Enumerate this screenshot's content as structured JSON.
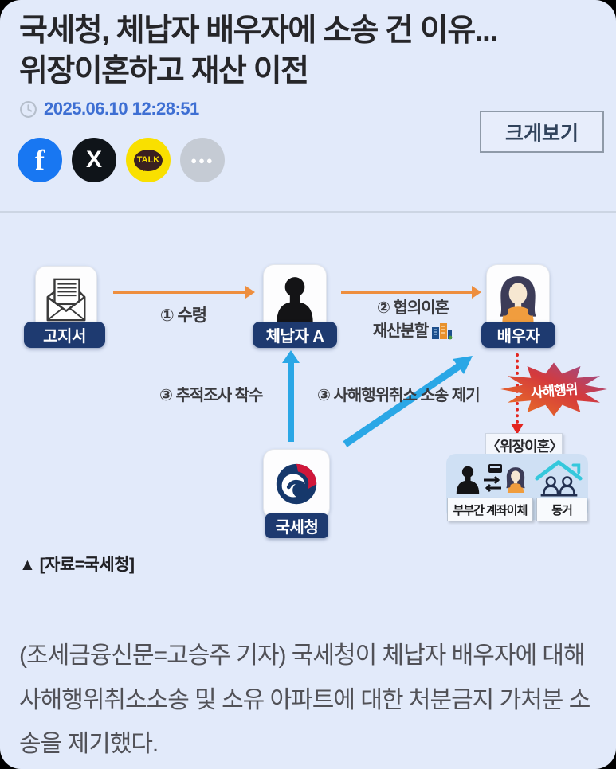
{
  "header": {
    "headline_line1": "국세청, 체납자 배우자에 소송 건 이유...",
    "headline_line2": "위장이혼하고 재산 이전",
    "timestamp": "2025.06.10 12:28:51",
    "enlarge_button": "크게보기"
  },
  "share": {
    "facebook_glyph": "f",
    "x_glyph": "X",
    "kakao_glyph": "TALK",
    "more_glyph": "●●●"
  },
  "diagram": {
    "nodes": {
      "notice": "고지서",
      "delinquent": "체납자 A",
      "spouse": "배우자",
      "nts": "국세청"
    },
    "steps": {
      "step1": "① 수령",
      "step2_line1": "② 협의이혼",
      "step2_line2": "재산분할",
      "step3a": "③ 추적조사 착수",
      "step3b": "③ 사해행위취소 소송 제기"
    },
    "fraud_burst": "사해행위",
    "fake_divorce": "〈위장이혼〉",
    "evidence1": "부부간 계좌이체",
    "evidence2": "동거"
  },
  "caption": "▲ [자료=국세청]",
  "article": {
    "body": "(조세금융신문=고승주 기자) 국세청이 체납자 배우자에 대해 사해행위취소소송 및 소유 아파트에 대한 처분금지 가처분 소송을 제기했다."
  },
  "colors": {
    "page_bg": "#e2eafa",
    "pill_navy": "#1e3a70",
    "arrow_orange": "#ee8e3e",
    "arrow_blue": "#2aa7e6",
    "arrow_red": "#e3251f",
    "facebook_blue": "#1877f2",
    "kakao_yellow": "#f9e000",
    "x_black": "#0f1419",
    "timestamp_blue": "#3e6fd3",
    "burst_purple": "#8f4f9b",
    "burst_orange": "#ed7a22"
  }
}
